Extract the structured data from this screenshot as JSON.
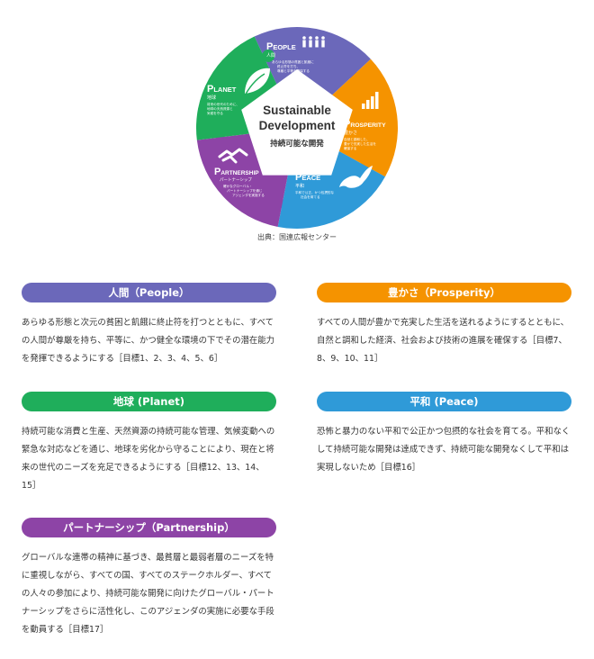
{
  "wheel": {
    "center": {
      "title_line1": "Sustainable",
      "title_line2": "Development",
      "subtitle": "持続可能な開発"
    },
    "segments": [
      {
        "key": "people",
        "color": "#6b68ba",
        "name_lead": "P",
        "name_rest": "EOPLE",
        "jp": "人間",
        "lines": [
          "あらゆる形態の貧困と飢餓に",
          "終止符を打ち、",
          "尊厳と平等を確保する"
        ],
        "icon": "people-icon"
      },
      {
        "key": "prosperity",
        "color": "#f59300",
        "name_lead": "P",
        "name_rest": "ROSPERITY",
        "jp": "豊かさ",
        "lines": [
          "自然と調和した、",
          "豊かで充実した生活を",
          "確保する"
        ],
        "icon": "bar-chart-icon"
      },
      {
        "key": "peace",
        "color": "#2f9ad8",
        "name_lead": "P",
        "name_rest": "EACE",
        "jp": "平和",
        "lines": [
          "平和で公正、かつ包摂的な",
          "社会を育てる"
        ],
        "icon": "dove-icon"
      },
      {
        "key": "partnership",
        "color": "#8d44a6",
        "name_lead": "P",
        "name_rest": "ARTNERSHIP",
        "jp": "パートナーシップ",
        "lines": [
          "確かなグローバル・",
          "パートナーシップを通じ",
          "アジェンダを実施する"
        ],
        "icon": "handshake-icon"
      },
      {
        "key": "planet",
        "color": "#1fae5b",
        "name_lead": "P",
        "name_rest": "LANET",
        "jp": "地球",
        "lines": [
          "将来の世代のために、",
          "地球の天然資源と",
          "気候を守る"
        ],
        "icon": "leaf-icon"
      }
    ]
  },
  "source": "出典：国連広報センター",
  "sections": {
    "people": {
      "heading": "人間（People）",
      "color": "#6b68ba",
      "text": "あらゆる形態と次元の貧困と飢餓に終止符を打つとともに、すべての人間が尊厳を持ち、平等に、かつ健全な環境の下でその潜在能力を発揮できるようにする［目標1、2、3、4、5、6］"
    },
    "prosperity": {
      "heading": "豊かさ（Prosperity）",
      "color": "#f59300",
      "text": "すべての人間が豊かで充実した生活を送れるようにするとともに、自然と調和した経済、社会および技術の進展を確保する［目標7、8、9、10、11］"
    },
    "planet": {
      "heading": "地球 (Planet)",
      "color": "#1fae5b",
      "text": "持続可能な消費と生産、天然資源の持続可能な管理、気候変動への緊急な対応などを通じ、地球を劣化から守ることにより、現在と将来の世代のニーズを充足できるようにする［目標12、13、14、15］"
    },
    "peace": {
      "heading": "平和 (Peace)",
      "color": "#2f9ad8",
      "text": "恐怖と暴力のない平和で公正かつ包摂的な社会を育てる。平和なくして持続可能な開発は達成できず、持続可能な開発なくして平和は実現しないため［目標16］"
    },
    "partnership": {
      "heading": "パートナーシップ（Partnership）",
      "color": "#8d44a6",
      "text": "グローバルな連帯の精神に基づき、最貧層と最弱者層のニーズを特に重視しながら、すべての国、すべてのステークホルダー、すべての人々の参加により、持続可能な開発に向けたグローバル・パートナーシップをさらに活性化し、このアジェンダの実施に必要な手段を動員する［目標17］"
    }
  }
}
